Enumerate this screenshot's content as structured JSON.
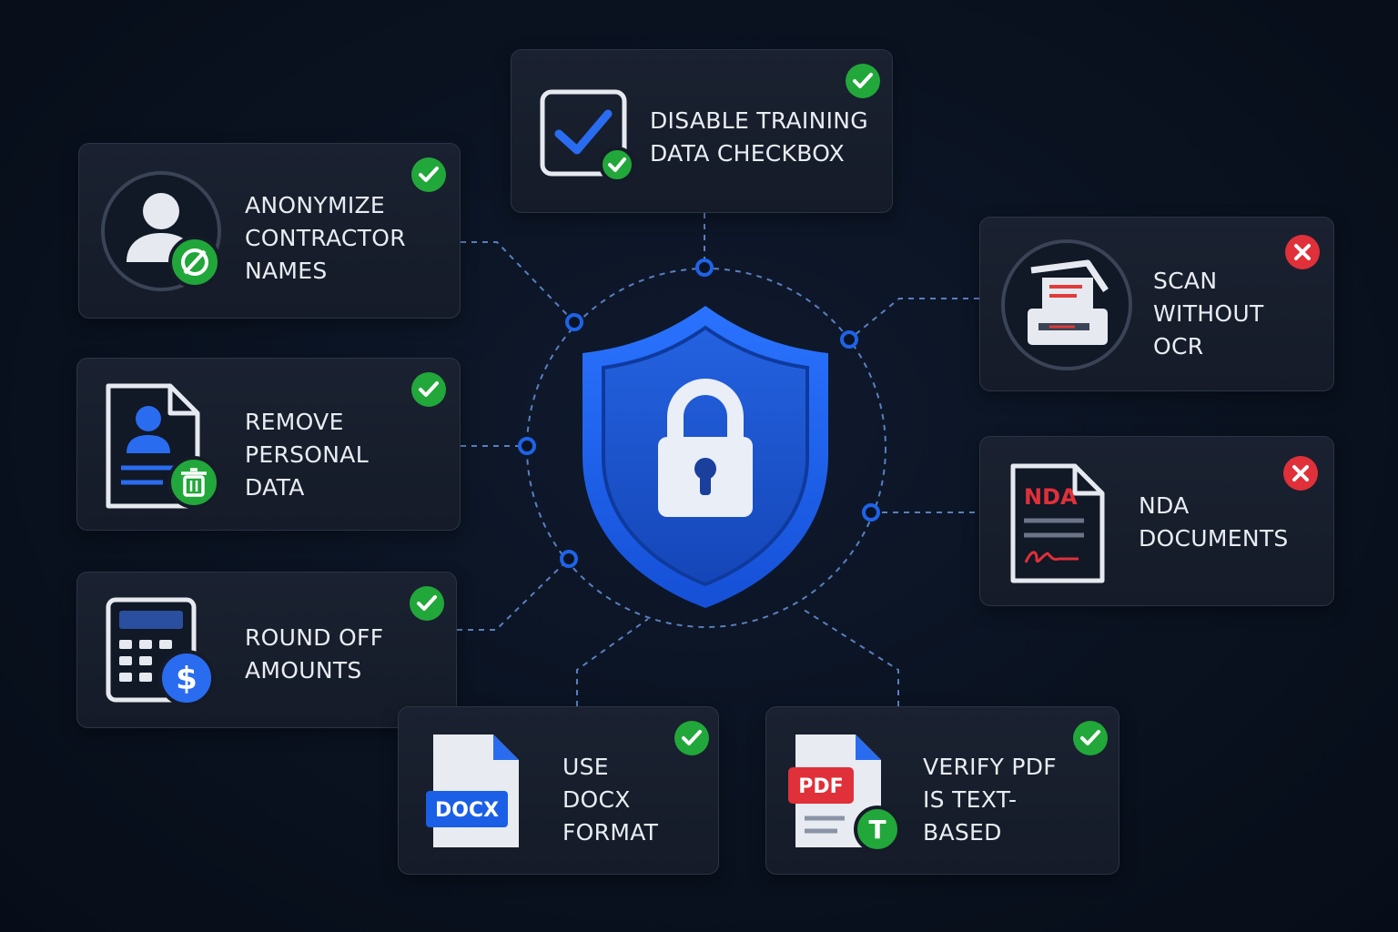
{
  "center": {
    "icon": "shield-lock-icon",
    "color": "#1b5fe6"
  },
  "colors": {
    "background": "#0a1220",
    "card_background": "#171e2b",
    "card_border": "#2b3446",
    "connector": "#5a7fc0",
    "node": "#1e63e8",
    "check": "#22a73a",
    "cross": "#e0303a",
    "text": "#e9edf3"
  },
  "cards": [
    {
      "id": "anonymize",
      "label": "ANONYMIZE\nCONTRACTOR\nNAMES",
      "icon": "user-anonymize-icon",
      "status": "check"
    },
    {
      "id": "disable-training",
      "label": "DISABLE TRAINING\nDATA CHECKBOX",
      "icon": "checkbox-icon",
      "status": "check"
    },
    {
      "id": "scan-ocr",
      "label": "SCAN\nWITHOUT\nOCR",
      "icon": "scanner-icon",
      "status": "cross"
    },
    {
      "id": "remove-personal",
      "label": "REMOVE\nPERSONAL\nDATA",
      "icon": "document-delete-icon",
      "status": "check"
    },
    {
      "id": "nda",
      "label": "NDA\nDOCUMENTS",
      "icon": "nda-document-icon",
      "icon_text": "NDA",
      "status": "cross"
    },
    {
      "id": "round-off",
      "label": "ROUND OFF\nAMOUNTS",
      "icon": "calculator-dollar-icon",
      "icon_text": "$",
      "status": "check"
    },
    {
      "id": "docx",
      "label": "USE\nDOCX\nFORMAT",
      "icon": "docx-file-icon",
      "icon_text": "DOCX",
      "status": "check"
    },
    {
      "id": "pdf-text",
      "label": "VERIFY PDF\nIS TEXT-\nBASED",
      "icon": "pdf-text-file-icon",
      "icon_text": "PDF",
      "icon_text_2": "T",
      "status": "check"
    }
  ]
}
